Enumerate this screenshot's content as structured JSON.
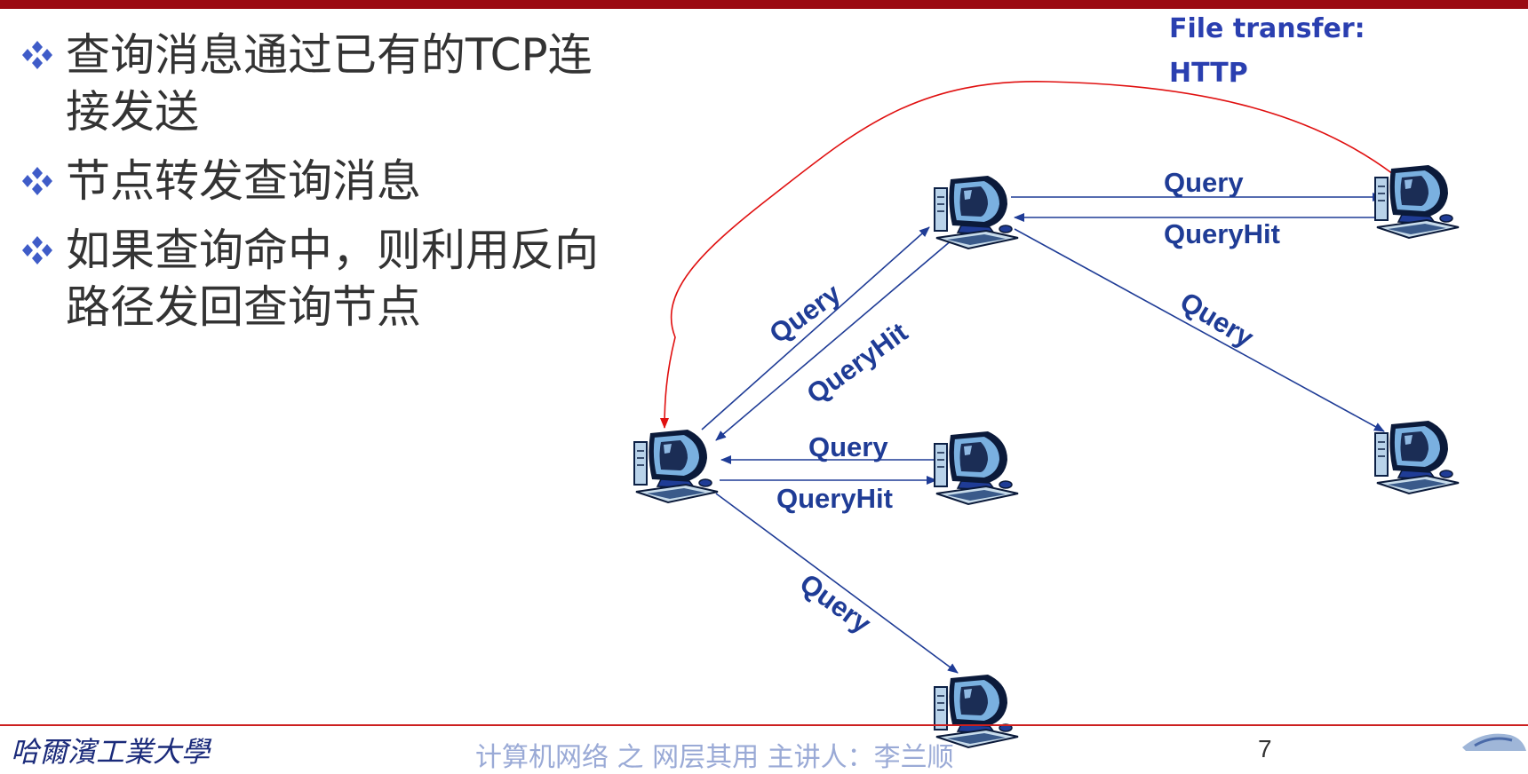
{
  "slide": {
    "bullets": [
      "查询消息通过已有的TCP连接发送",
      "节点转发查询消息",
      "如果查询命中，则利用反向路径发回查询节点"
    ],
    "bullet_lines": [
      [
        "查询消息通过已有的TCP连",
        "接发送"
      ],
      [
        "节点转发查询消息"
      ],
      [
        "如果查询命中，则利用反向",
        "路径发回查询节点"
      ]
    ],
    "bullet_icon": "four-diamond-bullet-icon",
    "accent_color": "#9b0a12"
  },
  "diagram": {
    "file_transfer_label": [
      "File transfer:",
      "HTTP"
    ],
    "file_transfer_color": "#e01010",
    "edge_color": "#1f3c96",
    "nodes": [
      "node-left",
      "node-top",
      "node-top-right",
      "node-middle",
      "node-right",
      "node-bottom"
    ],
    "edges": [
      {
        "from": "node-left",
        "to": "node-top",
        "labels": [
          "Query",
          "QueryHit"
        ]
      },
      {
        "from": "node-top",
        "to": "node-top-right",
        "labels": [
          "Query",
          "QueryHit"
        ]
      },
      {
        "from": "node-top",
        "to": "node-right",
        "labels": [
          "Query"
        ]
      },
      {
        "from": "node-middle",
        "to": "node-left",
        "labels": [
          "Query",
          "QueryHit"
        ]
      },
      {
        "from": "node-left",
        "to": "node-bottom",
        "labels": [
          "Query"
        ]
      }
    ],
    "labels": {
      "top_query": "Query",
      "top_queryhit": "QueryHit",
      "diag_query": "Query",
      "diag_queryhit": "QueryHit",
      "right_query": "Query",
      "mid_query": "Query",
      "mid_queryhit": "QueryHit",
      "bottom_query": "Query"
    }
  },
  "footer": {
    "university": "哈爾濱工業大學",
    "course": "计算机网络 之 网层其用    主讲人：李兰顺",
    "page_number": "7"
  }
}
